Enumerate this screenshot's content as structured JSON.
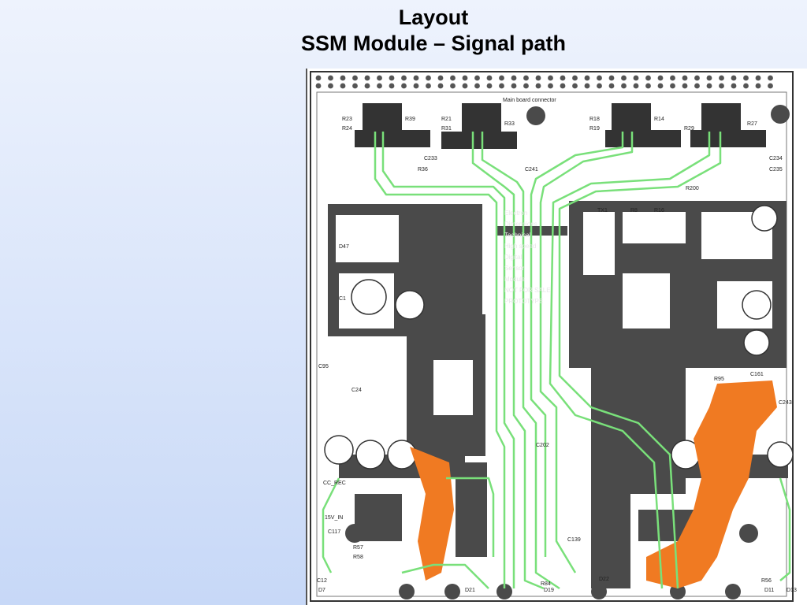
{
  "slide": {
    "title_line1": "Layout",
    "title_line2": "SSM Module – Signal path"
  },
  "pcb": {
    "labels": {
      "board_connector": "Main board connector",
      "r23": "R23",
      "r24": "R24",
      "r39": "R39",
      "r21": "R21",
      "r31": "R31",
      "r33": "R33",
      "r18": "R18",
      "r19": "R19",
      "r14": "R14",
      "r29": "R29",
      "r27": "R27",
      "c233": "C233",
      "c234": "C234",
      "c235": "C235",
      "c241": "C241",
      "r200": "R200",
      "r36": "R36",
      "d47": "D47",
      "c1": "C1",
      "c95": "C95",
      "c161": "C161",
      "r95": "R95",
      "c243": "C243",
      "c202": "C202",
      "c24": "C24",
      "r57": "R57",
      "r58": "R58",
      "c12": "C12",
      "d7": "D7",
      "d21": "D21",
      "d19": "D19",
      "d22": "D22",
      "d13": "D13",
      "d11": "D11",
      "r84": "R84",
      "c117": "C117",
      "r56": "R56",
      "c139": "C139",
      "vin": "15V_IN",
      "ccrec": "CC_REC",
      "tx1": "TX1",
      "r8": "R8",
      "r16": "R16"
    },
    "center_text": [
      "Electron",
      "Dimensions",
      "Technical",
      "High speed",
      "Digital",
      "Sensor",
      "Module",
      "NOT FOR SALE",
      "PROTOTYPE"
    ],
    "colors": {
      "copper": "#4a4a4a",
      "signal_trace": "#79e07a",
      "highlight_copper": "#f07a22",
      "silkscreen": "#222222",
      "board_bg": "#ffffff"
    }
  }
}
